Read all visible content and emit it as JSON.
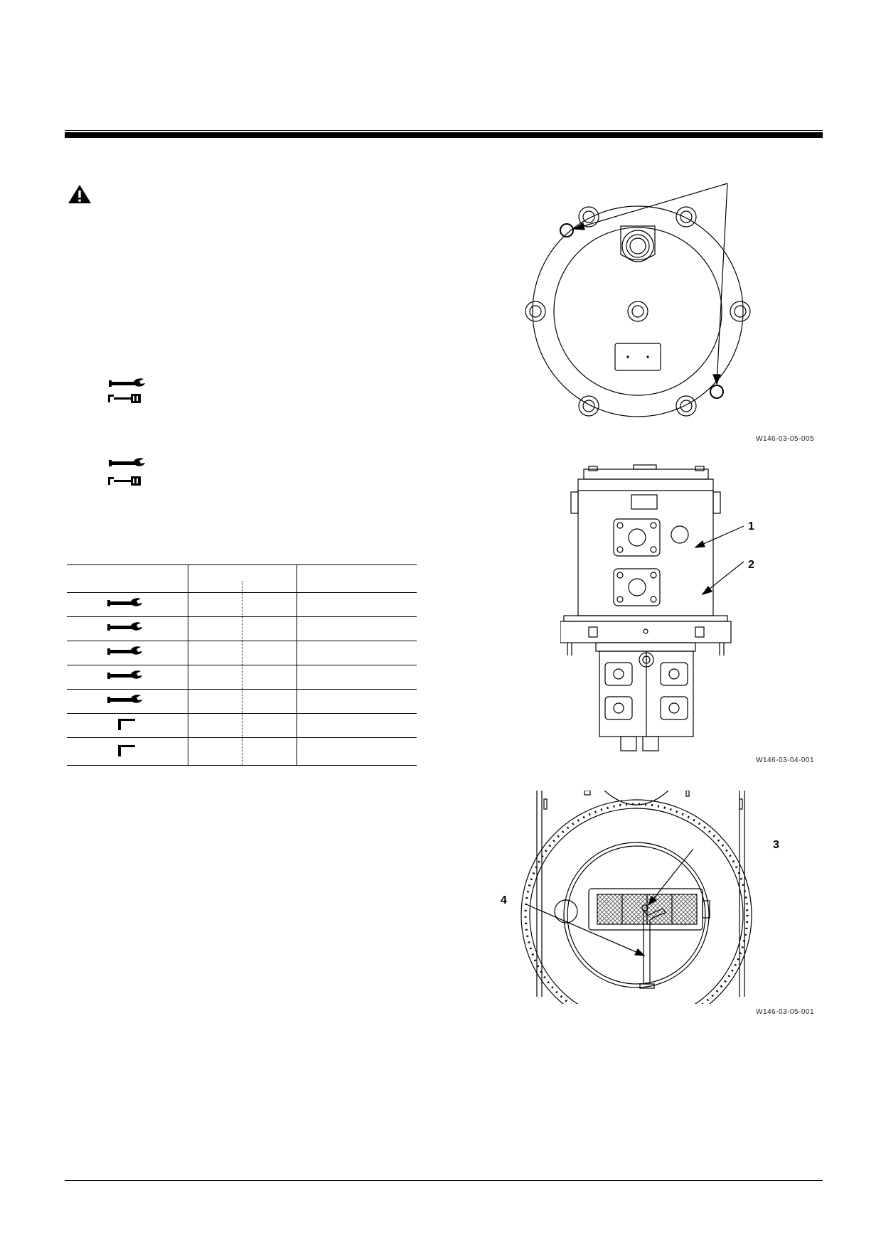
{
  "page": {
    "warning_icon": "warning-triangle-icon",
    "tool_icons": [
      "wrench-icon",
      "torque-wrench-icon",
      "allen-key-icon"
    ]
  },
  "figures": [
    {
      "caption": "W146-03-05-005"
    },
    {
      "caption": "W146-03-04-001",
      "callouts": [
        "1",
        "2"
      ]
    },
    {
      "caption": "W146-03-05-001",
      "callouts": [
        "3",
        "4"
      ]
    }
  ],
  "tool_table": {
    "rows": [
      {
        "icon": "wrench-icon"
      },
      {
        "icon": "wrench-icon"
      },
      {
        "icon": "wrench-icon"
      },
      {
        "icon": "wrench-icon"
      },
      {
        "icon": "wrench-icon"
      },
      {
        "icon": "allen-key-icon"
      },
      {
        "icon": "allen-key-icon"
      }
    ]
  }
}
